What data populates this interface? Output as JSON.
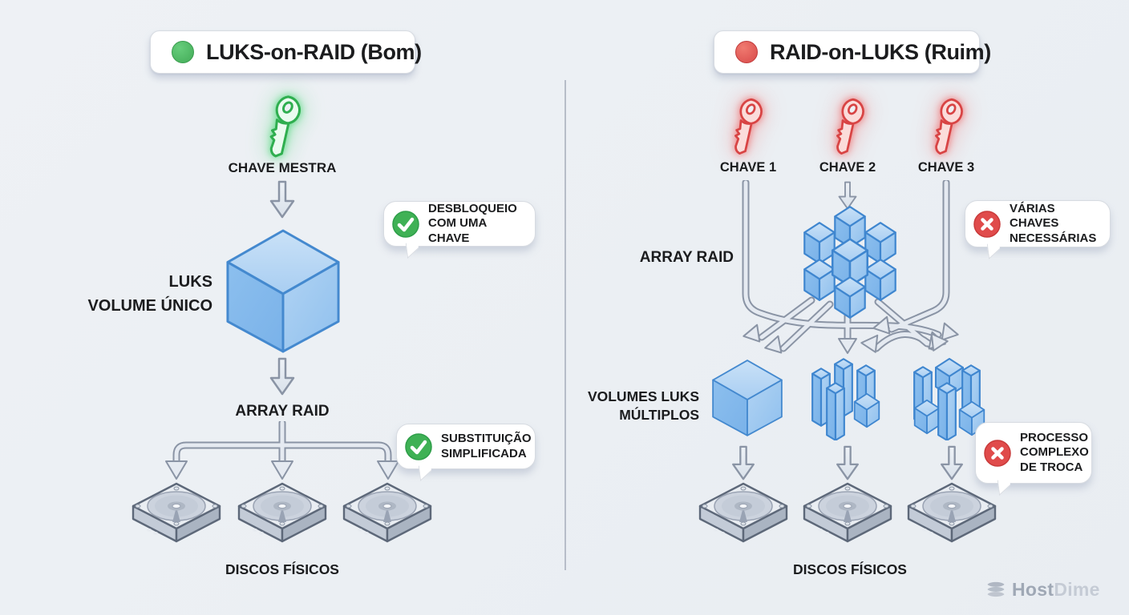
{
  "meta": {
    "background": "#edf0f4",
    "divider_color": "#b7bdc8",
    "accent_good": "#43ab58",
    "accent_bad": "#d84a4a",
    "cube_blue": "#8fc0ee",
    "arrow_gray": "#8a94a5"
  },
  "left": {
    "title": "LUKS-on-RAID (Bom)",
    "master_key_label": "CHAVE MESTRA",
    "volume_label": [
      "LUKS",
      "VOLUME ÚNICO"
    ],
    "array_label": "ARRAY RAID",
    "disks_label": "DISCOS FÍSICOS",
    "callout_unlock": [
      "DESBLOQUEIO",
      "COM UMA CHAVE"
    ],
    "callout_swap": [
      "SUBSTITUIÇÃO",
      "SIMPLIFICADA"
    ]
  },
  "right": {
    "title": "RAID-on-LUKS (Ruim)",
    "key_labels": [
      "CHAVE 1",
      "CHAVE 2",
      "CHAVE 3"
    ],
    "array_label": "ARRAY RAID",
    "volumes_label": [
      "VOLUMES LUKS",
      "MÚLTIPLOS"
    ],
    "disks_label": "DISCOS FÍSICOS",
    "callout_keys": [
      "VÁRIAS CHAVES",
      "NECESSÁRIAS"
    ],
    "callout_process": [
      "PROCESSO",
      "COMPLEXO",
      "DE TROCA"
    ]
  },
  "watermark": {
    "bold": "Host",
    "light": "Dime"
  }
}
